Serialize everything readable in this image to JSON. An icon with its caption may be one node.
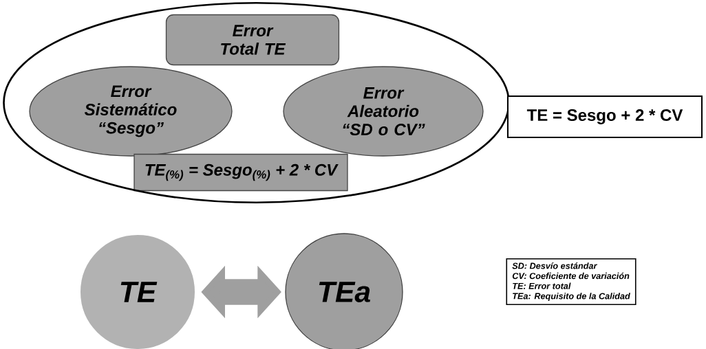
{
  "diagram": {
    "nodes": [
      {
        "text": [],
        "shape": "ellipse"
      },
      {
        "text": [
          "Error Total TE"
        ],
        "in": 0
      },
      {
        "text": [
          "Error Sistemático “Sesgo”"
        ],
        "in": 0
      },
      {
        "text": [
          "Error Aleatorio “SD o CV”"
        ],
        "in": 0
      },
      {
        "text": [
          "TE$_{(%)}$ = Sesgo$_{(%)}$ + 2 * CV"
        ],
        "in": 0
      },
      {
        "text": [
          "TE = Sesgo + 2 * CV"
        ]
      },
      {
        "text": [
          "TE"
        ]
      },
      {
        "text": [
          "TEa"
        ]
      },
      {
        "text": [
          "SD: Desvío estándar",
          "CV: Coeficiente de variación",
          "TE: Error total",
          "TEa: Requisito de la Calidad"
        ]
      }
    ],
    "edges": [
      {
        "from": 6,
        "to": 7,
        "arrow": "both"
      }
    ]
  }
}
